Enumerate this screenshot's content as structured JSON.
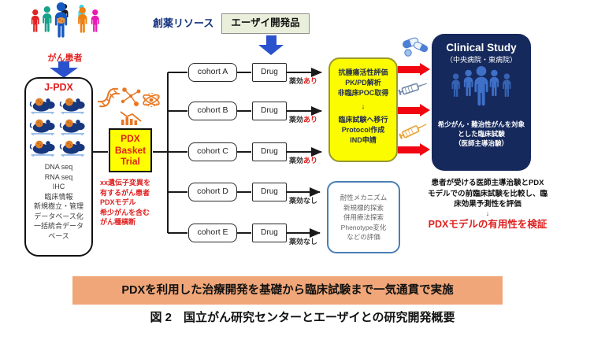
{
  "colors": {
    "accent_red": "#e02020",
    "arrow_red": "#f00510",
    "basket_yellow": "#ffff00",
    "preclinical_yellow": "#fcfc00",
    "clinical_navy": "#16295c",
    "banner_salmon": "#f0a678",
    "blue_arrow": "#2a52cc",
    "resource_orange": "#e87722",
    "explore_border_blue": "#4a7fb5",
    "eisai_box_green": "#e9efdb"
  },
  "patients": {
    "label": "がん患者"
  },
  "discovery": {
    "resources_label": "創薬リソース",
    "eisai_label": "エーザイ開発品"
  },
  "jpdx": {
    "title": "J-PDX",
    "lines": [
      "DNA seq",
      "RNA seq",
      "IHC",
      "臨床情報",
      "新規樹立・管理",
      "データベース化",
      "一括統合データ",
      "ベース"
    ]
  },
  "basket": {
    "title": "PDX\nBasket\nTrial",
    "note_lines": [
      "xx遺伝子変異を",
      "有するがん患者",
      "PDXモデル",
      "希少がんを含む",
      "がん種横断"
    ]
  },
  "cohorts": [
    {
      "label": "cohort A",
      "drug": "Drug",
      "effect_prefix": "薬効",
      "effect_suffix": "あり",
      "suffix_class": "eff-red"
    },
    {
      "label": "cohort B",
      "drug": "Drug",
      "effect_prefix": "薬効",
      "effect_suffix": "あり",
      "suffix_class": "eff-red"
    },
    {
      "label": "cohort C",
      "drug": "Drug",
      "effect_prefix": "薬効",
      "effect_suffix": "あり",
      "suffix_class": "eff-red"
    },
    {
      "label": "cohort D",
      "drug": "Drug",
      "effect_prefix": "薬効",
      "effect_suffix": "なし",
      "suffix_class": "eff-dark"
    },
    {
      "label": "cohort E",
      "drug": "Drug",
      "effect_prefix": "薬効",
      "effect_suffix": "なし",
      "suffix_class": "eff-dark"
    }
  ],
  "preclinical": {
    "lines": [
      "抗腫瘍活性評価",
      "PK/PD解析",
      "非臨床POC取得",
      "↓",
      "臨床試験へ移行",
      "Protocol作成",
      "IND申請"
    ]
  },
  "exploration": {
    "lines": [
      "耐性メカニズム",
      "新規標的探索",
      "併用療法探索",
      "Phenotype変化",
      "などの評価"
    ]
  },
  "clinical": {
    "title": "Clinical Study",
    "subtitle": "（中央病院・東病院）",
    "lines": [
      "希少がん・難治性がんを対象",
      "とした臨床試験",
      "（医師主導治験）"
    ]
  },
  "evaluation": {
    "lines": [
      "患者が受ける医師主導治験とPDX",
      "モデルでの前臨床試験を比較し、臨",
      "床効果予測性を評価",
      "↓"
    ],
    "highlight": "PDXモデルの有用性を検証"
  },
  "footer": {
    "banner": "PDXを利用した治療開発を基礎から臨床試験まで一気通貫で実施",
    "caption": "図 2　国立がん研究センターとエーザイとの研究開発概要"
  }
}
